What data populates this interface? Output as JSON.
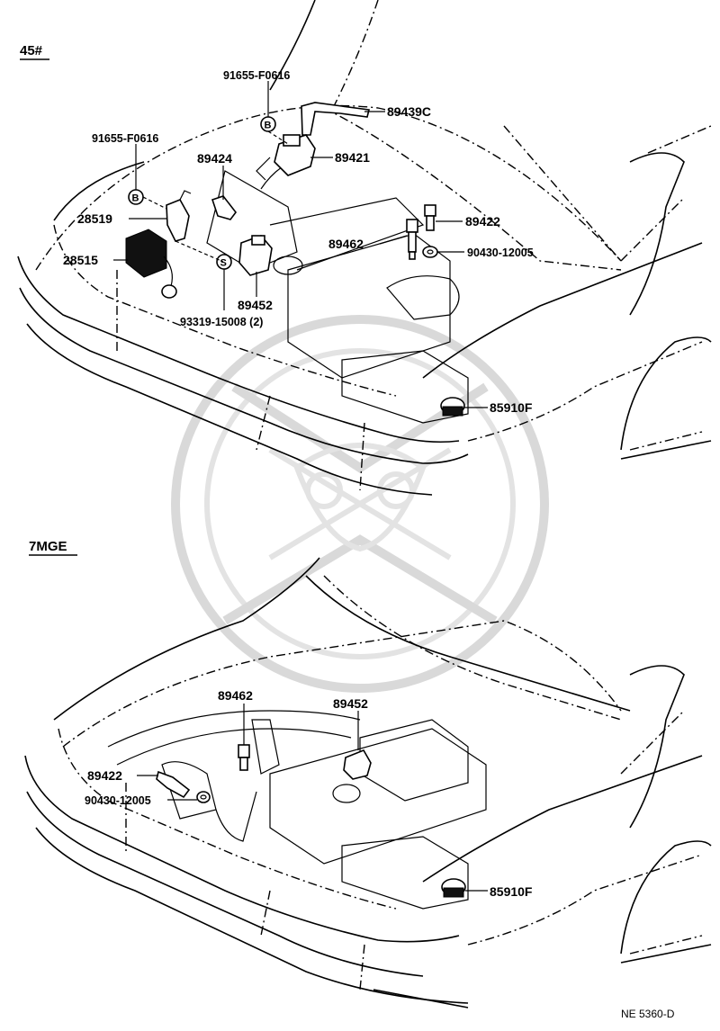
{
  "sections": [
    {
      "title": "45#",
      "labels": {
        "p91655a": "91655-F0616",
        "p91655b": "91655-F0616",
        "p89439c": "89439C",
        "p89421": "89421",
        "p89424": "89424",
        "p28519": "28519",
        "p28515": "28515",
        "p89422": "89422",
        "p89462": "89462",
        "p90430": "90430-12005",
        "p89452": "89452",
        "p93319": "93319-15008 (2)",
        "p85910f": "85910F",
        "markB1": "B",
        "markB2": "B",
        "markS": "S"
      }
    },
    {
      "title": "7MGE",
      "labels": {
        "p89462": "89462",
        "p89452": "89452",
        "p89422": "89422",
        "p90430": "90430-12005",
        "p85910f": "85910F"
      }
    }
  ],
  "footer": {
    "code": "NE  5360-D"
  }
}
